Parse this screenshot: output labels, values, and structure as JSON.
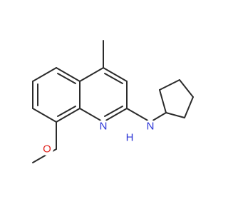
{
  "molecule": {
    "colors": {
      "bond": "#2b2b2b",
      "nitrogen": "#2a33d6",
      "oxygen": "#e0201a",
      "background": "#ffffff"
    },
    "atom_labels": {
      "ring_nitrogen": "N",
      "amine_n": "N",
      "amine_h": "H",
      "methoxy_oxygen": "O"
    }
  }
}
